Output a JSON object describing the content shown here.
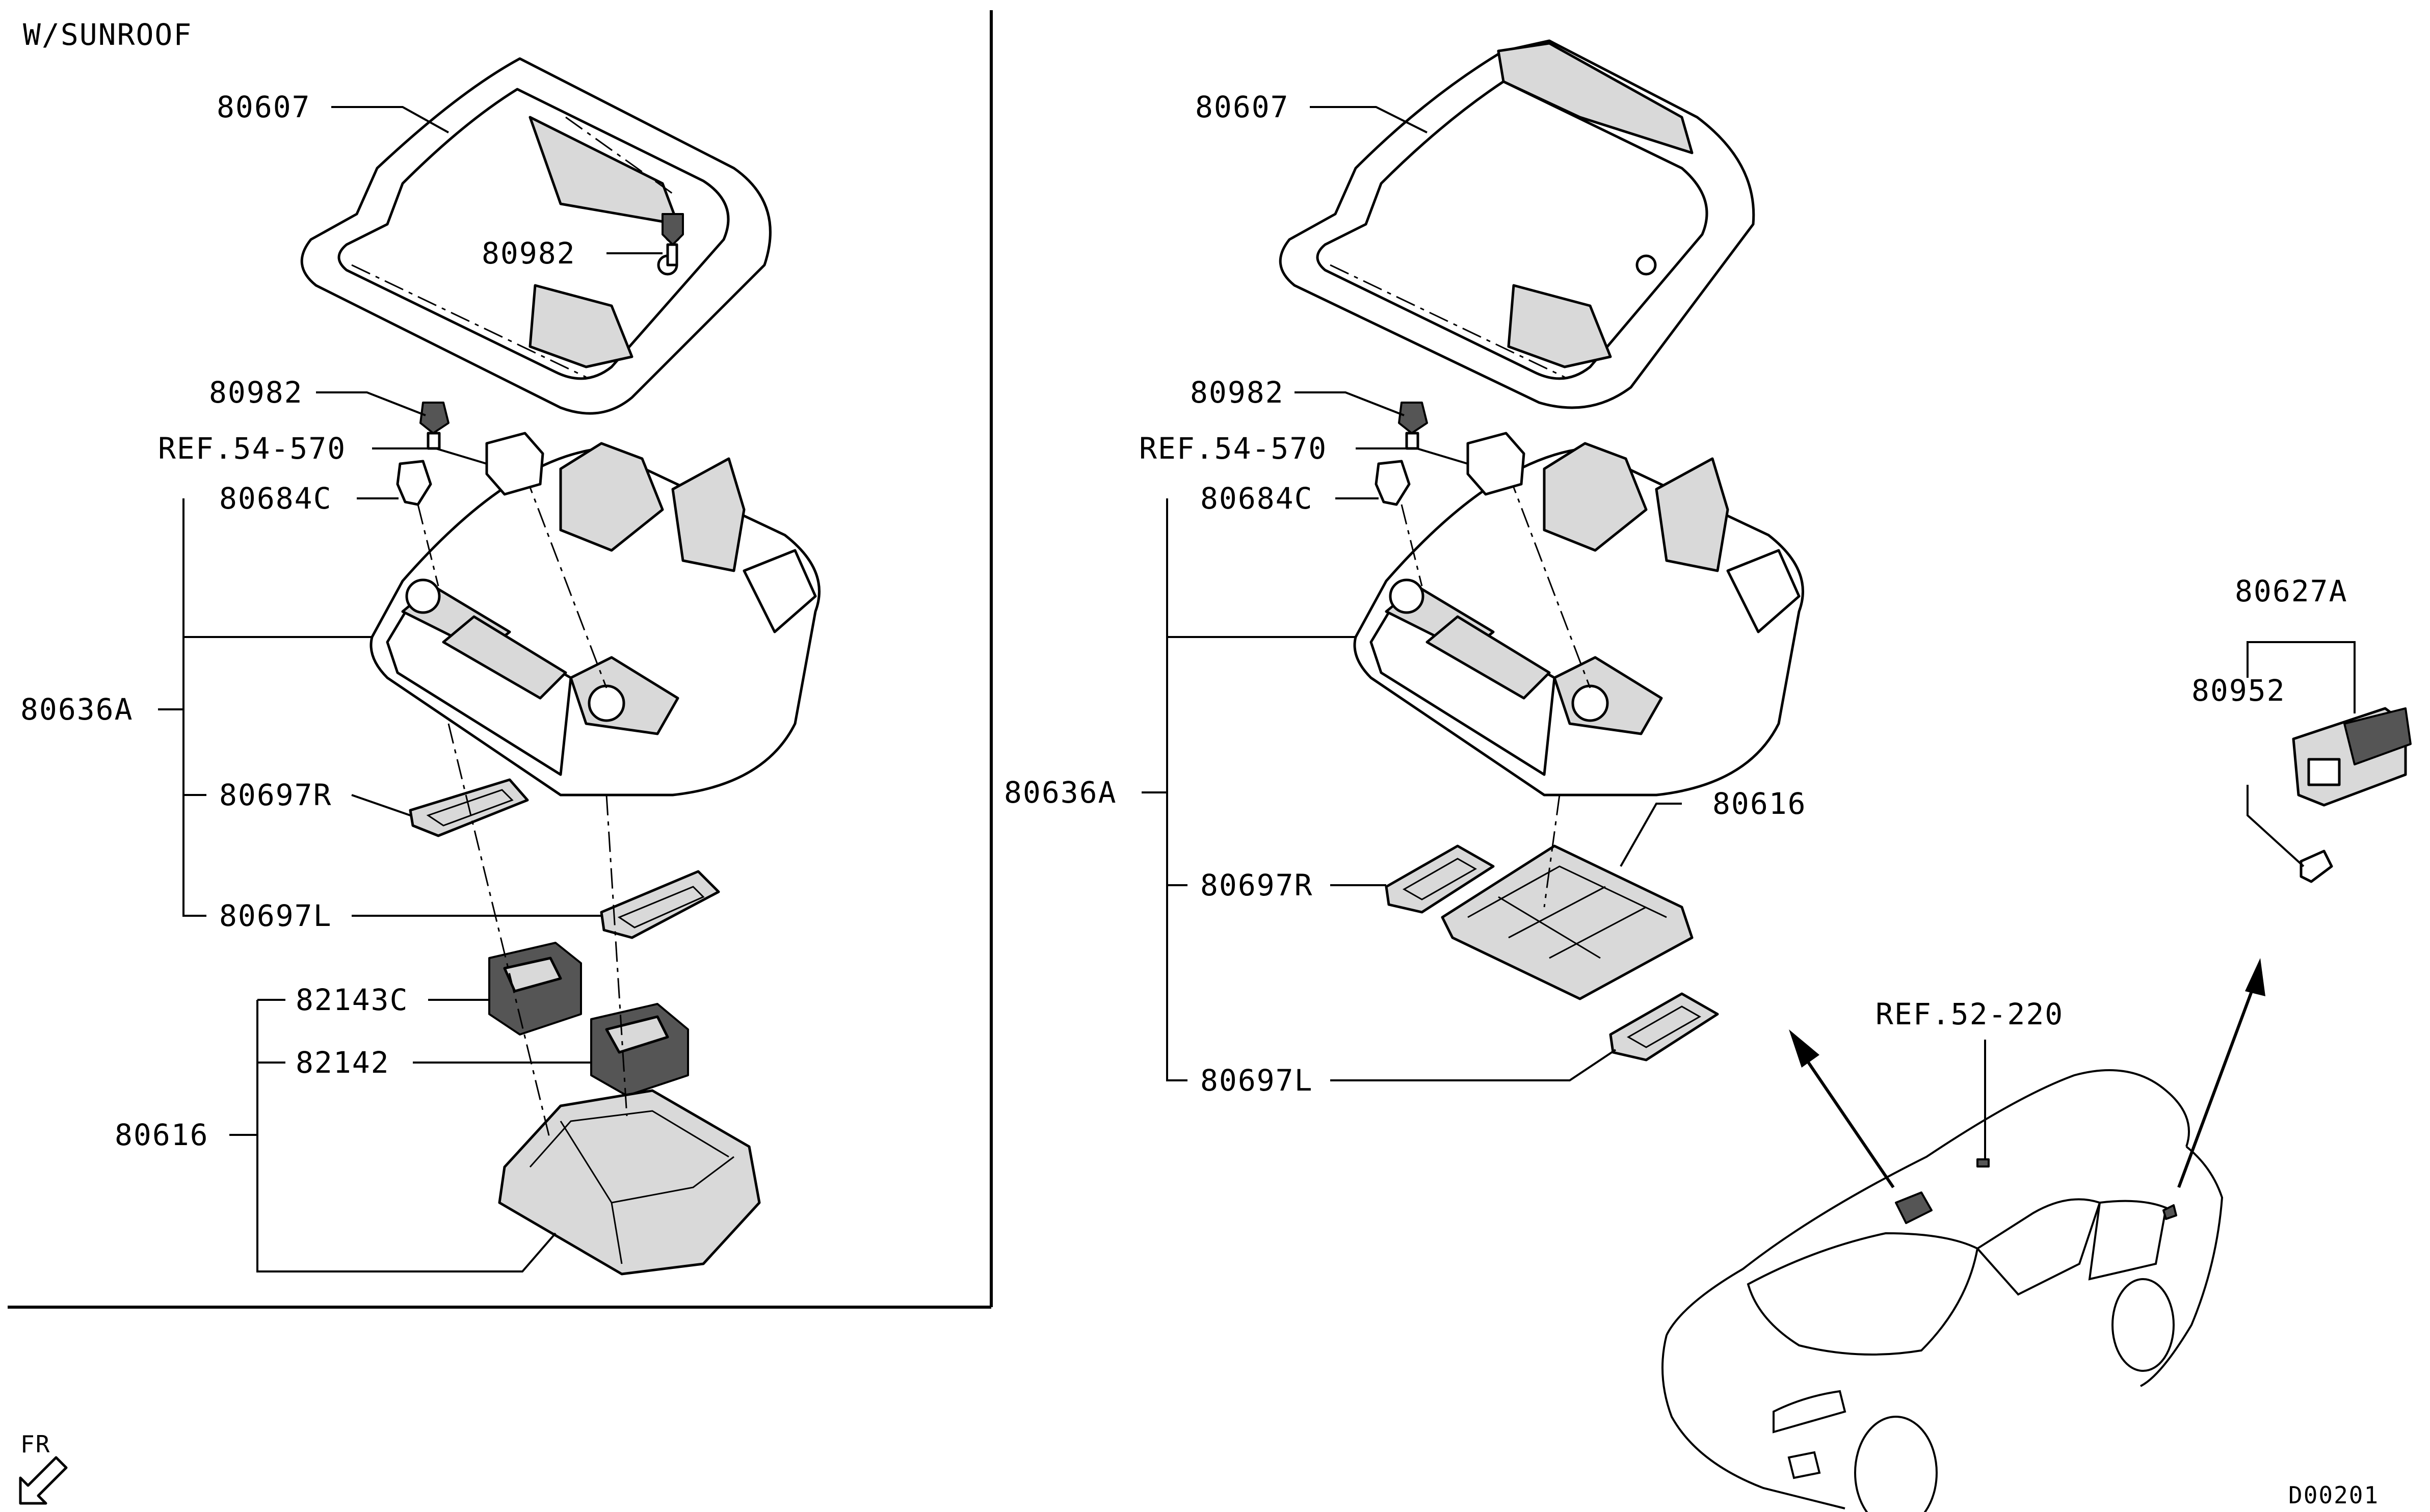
{
  "left_panel": {
    "heading": "W/SUNROOF",
    "labels": {
      "p80607": "80607",
      "p80982_top": "80982",
      "p80982": "80982",
      "ref54570": "REF.54-570",
      "p80684c": "80684C",
      "p80636a": "80636A",
      "p80697r": "80697R",
      "p80697l": "80697L",
      "p82143c": "82143C",
      "p82142": "82142",
      "p80616": "80616"
    }
  },
  "right_panel": {
    "labels": {
      "p80607": "80607",
      "p80982": "80982",
      "ref54570": "REF.54-570",
      "p80684c": "80684C",
      "p80636a": "80636A",
      "p80616": "80616",
      "p80697r": "80697R",
      "p80697l": "80697L",
      "p80627a": "80627A",
      "p80952": "80952",
      "ref52220": "REF.52-220"
    }
  },
  "orientation": {
    "label": "FR"
  },
  "diagram_code": "D00201",
  "icons": [
    "front-direction-arrow-icon",
    "vehicle-silhouette-icon"
  ]
}
